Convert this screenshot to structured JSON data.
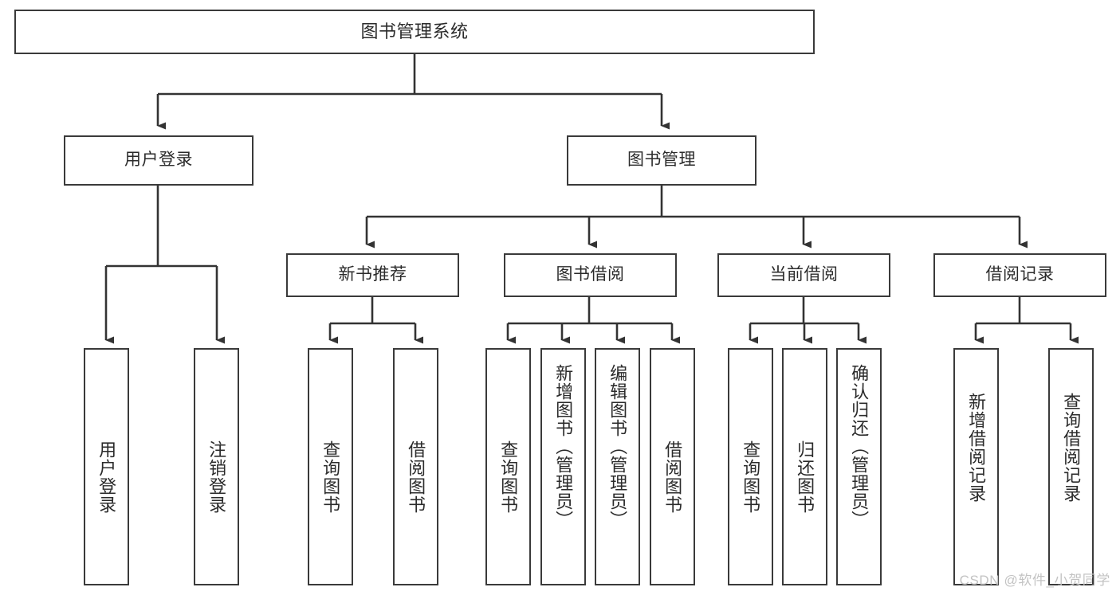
{
  "diagram": {
    "type": "tree",
    "title": "图书管理系统",
    "orientation": "top-down",
    "colors": {
      "background": "#ffffff",
      "box_border": "#3a3a3a",
      "box_fill": "#ffffff",
      "text": "#2b2b2b",
      "connector": "#333333",
      "watermark": "#c3c3c3"
    },
    "levels": 4
  },
  "root": {
    "label": "图书管理系统"
  },
  "level2": [
    {
      "label": "用户登录"
    },
    {
      "label": "图书管理"
    }
  ],
  "level3": [
    {
      "label": "新书推荐"
    },
    {
      "label": "图书借阅"
    },
    {
      "label": "当前借阅"
    },
    {
      "label": "借阅记录"
    }
  ],
  "leaves": {
    "user_login": [
      {
        "label": "用户登录"
      },
      {
        "label": "注销登录"
      }
    ],
    "new_book_recommend": [
      {
        "label": "查询图书"
      },
      {
        "label": "借阅图书"
      }
    ],
    "book_borrow": [
      {
        "label": "查询图书"
      },
      {
        "label": "新增图书（管理员）"
      },
      {
        "label": "编辑图书（管理员）"
      },
      {
        "label": "借阅图书"
      }
    ],
    "current_borrow": [
      {
        "label": "查询图书"
      },
      {
        "label": "归还图书"
      },
      {
        "label": "确认归还（管理员）"
      }
    ],
    "borrow_record": [
      {
        "label": "新增借阅记录"
      },
      {
        "label": "查询借阅记录"
      }
    ]
  },
  "watermark": {
    "text": "CSDN @软件_小贺同学"
  }
}
